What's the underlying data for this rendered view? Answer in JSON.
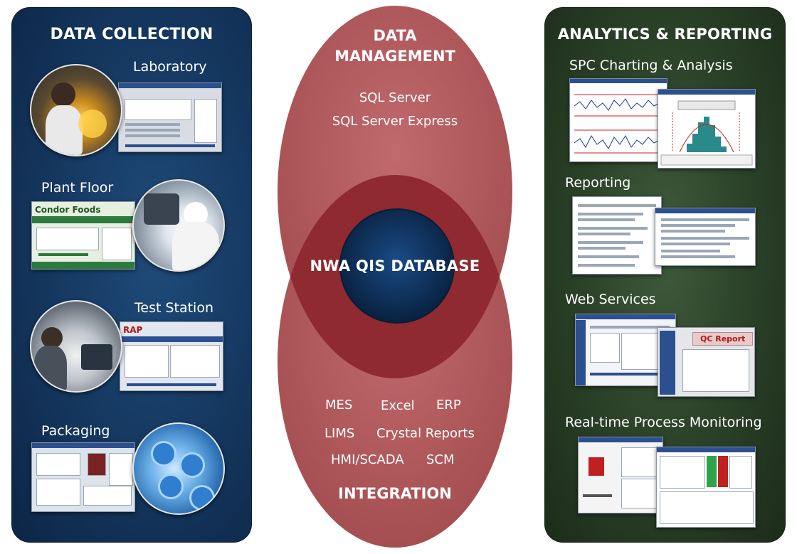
{
  "left_panel": {
    "title": "DATA COLLECTION",
    "sections": [
      {
        "label": "Laboratory"
      },
      {
        "label": "Plant Floor",
        "screen_brand": "Condor Foods"
      },
      {
        "label": "Test Station",
        "screen_brand": "RAP"
      },
      {
        "label": "Packaging"
      }
    ]
  },
  "center": {
    "top_title_line1": "DATA",
    "top_title_line2": "MANAGEMENT",
    "top_items": [
      "SQL Server",
      "SQL Server Express"
    ],
    "core": "NWA QIS DATABASE",
    "bottom_items": [
      "MES",
      "Excel",
      "ERP",
      "LIMS",
      "Crystal Reports",
      "HMI/SCADA",
      "SCM"
    ],
    "bottom_title": "INTEGRATION"
  },
  "right_panel": {
    "title": "ANALYTICS & REPORTING",
    "sections": [
      {
        "label": "SPC Charting & Analysis"
      },
      {
        "label": "Reporting"
      },
      {
        "label": "Web Services",
        "screen_badge": "QC Report"
      },
      {
        "label": "Real-time Process Monitoring"
      }
    ]
  },
  "colors": {
    "left_panel_bg": "#163a63",
    "right_panel_bg": "#2b4128",
    "oval_outer": "#b35c5f",
    "oval_overlap": "#8f2a30",
    "core_fill": "#0f2d55"
  }
}
